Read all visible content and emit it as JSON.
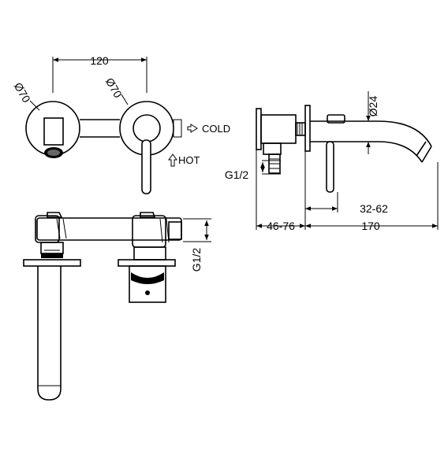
{
  "front_view": {
    "dim_spacing": "120",
    "dim_left_diameter": "Ø70",
    "dim_right_diameter": "Ø70",
    "label_cold": "COLD",
    "label_hot": "HOT"
  },
  "side_view": {
    "dim_thread": "G1/2",
    "dim_spout_diameter": "Ø24",
    "dim_lever_offset": "32-62",
    "dim_wall_depth": "46-76",
    "dim_spout_length": "170"
  },
  "top_view": {
    "dim_thread": "G1/2"
  },
  "colors": {
    "line": "#000000",
    "background": "#ffffff"
  }
}
